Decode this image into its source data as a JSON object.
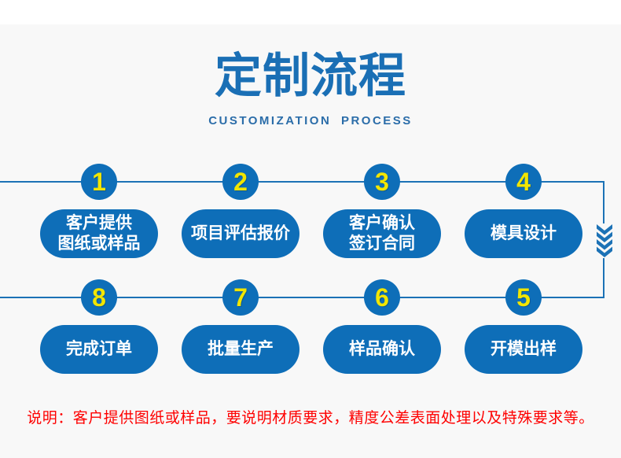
{
  "colors": {
    "background": "#f8f8f8",
    "top_strip": "#ffffff",
    "primary_blue": "#0e6eb8",
    "line_blue": "#1c72b6",
    "title_blue": "#1a6fb5",
    "subtitle_blue": "#2b6da9",
    "number_yellow": "#f2e500",
    "note_red": "#fe0000",
    "pill_text": "#ffffff"
  },
  "header": {
    "title": "定制流程",
    "subtitle": "CUSTOMIZATION PROCESS"
  },
  "steps": [
    {
      "number": "1",
      "label": "客户提供\n图纸或样品"
    },
    {
      "number": "2",
      "label": "项目评估报价"
    },
    {
      "number": "3",
      "label": "客户确认\n签订合同"
    },
    {
      "number": "4",
      "label": "模具设计"
    },
    {
      "number": "5",
      "label": "开模出样"
    },
    {
      "number": "6",
      "label": "样品确认"
    },
    {
      "number": "7",
      "label": "批量生产"
    },
    {
      "number": "8",
      "label": "完成订单"
    }
  ],
  "note": {
    "text": "说明：客户提供图纸或样品，要说明材质要求，精度公差表面处理以及特殊要求等。"
  }
}
